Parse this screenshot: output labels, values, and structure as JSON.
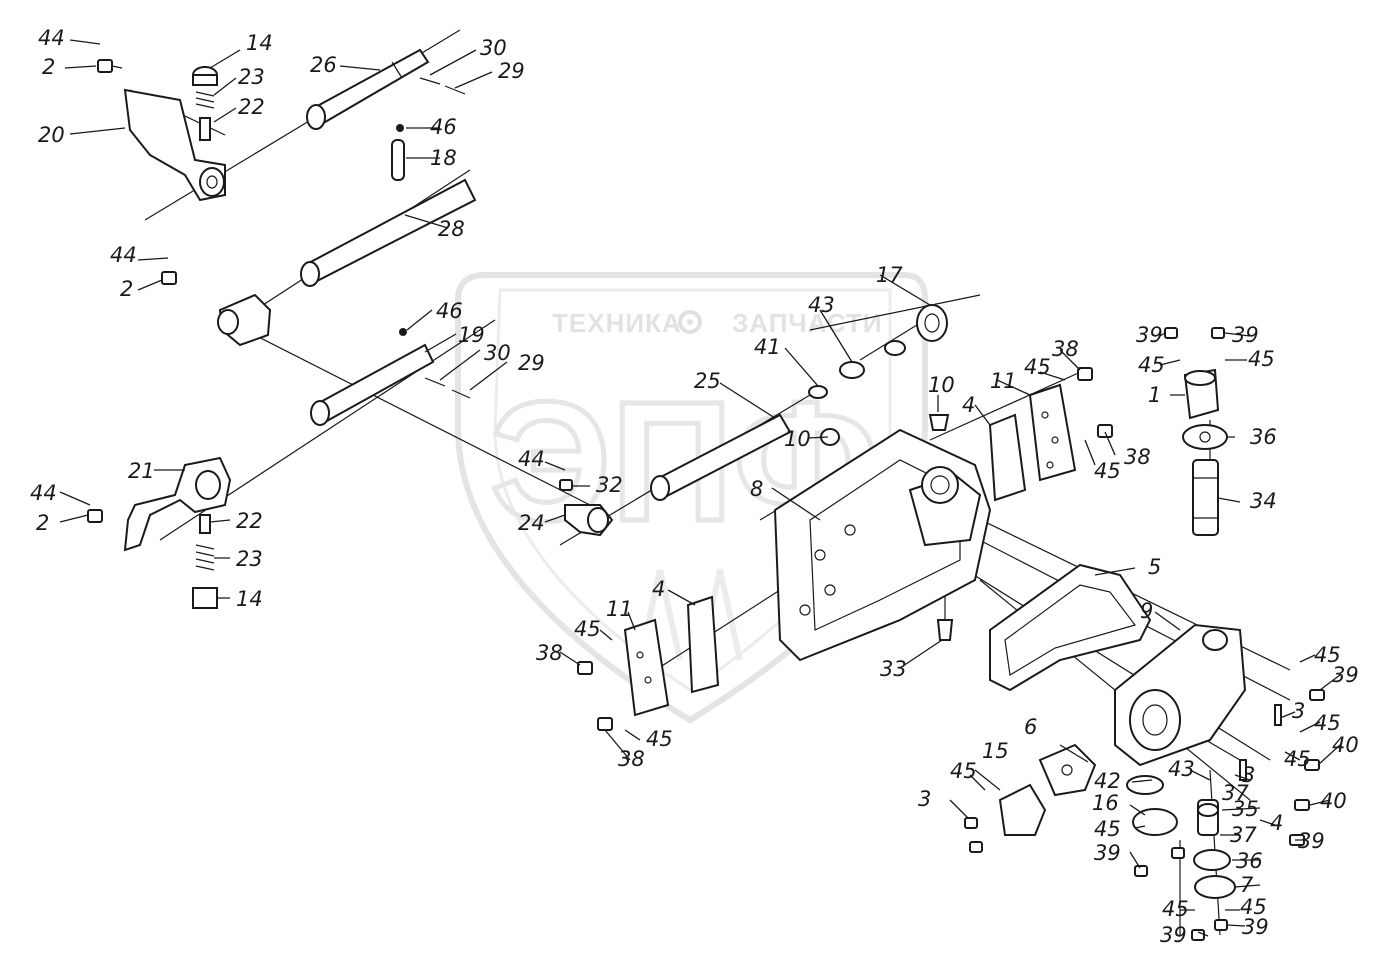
{
  "watermark": {
    "line1": "ТЕХНИКА",
    "line2": "ЗАПЧАСТИ",
    "big": "ЭПФ",
    "gear_icon": "gear-icon"
  },
  "callouts": [
    {
      "id": "c1",
      "text": "44"
    },
    {
      "id": "c2",
      "text": "2"
    },
    {
      "id": "c3",
      "text": "14"
    },
    {
      "id": "c4",
      "text": "23"
    },
    {
      "id": "c5",
      "text": "22"
    },
    {
      "id": "c6",
      "text": "20"
    },
    {
      "id": "c7",
      "text": "26"
    },
    {
      "id": "c8",
      "text": "30"
    },
    {
      "id": "c9",
      "text": "29"
    },
    {
      "id": "c10",
      "text": "46"
    },
    {
      "id": "c11",
      "text": "18"
    },
    {
      "id": "c12",
      "text": "28"
    },
    {
      "id": "c13",
      "text": "44"
    },
    {
      "id": "c14",
      "text": "2"
    },
    {
      "id": "c15",
      "text": "46"
    },
    {
      "id": "c16",
      "text": "19"
    },
    {
      "id": "c17",
      "text": "30"
    },
    {
      "id": "c18",
      "text": "29"
    },
    {
      "id": "c19",
      "text": "21"
    },
    {
      "id": "c20",
      "text": "44"
    },
    {
      "id": "c21",
      "text": "2"
    },
    {
      "id": "c22",
      "text": "22"
    },
    {
      "id": "c23",
      "text": "23"
    },
    {
      "id": "c24",
      "text": "14"
    },
    {
      "id": "c25",
      "text": "44"
    },
    {
      "id": "c26",
      "text": "32"
    },
    {
      "id": "c27",
      "text": "24"
    },
    {
      "id": "c28",
      "text": "25"
    },
    {
      "id": "c29",
      "text": "41"
    },
    {
      "id": "c30",
      "text": "43"
    },
    {
      "id": "c31",
      "text": "17"
    },
    {
      "id": "c32",
      "text": "10"
    },
    {
      "id": "c33",
      "text": "10"
    },
    {
      "id": "c34",
      "text": "8"
    },
    {
      "id": "c35",
      "text": "4"
    },
    {
      "id": "c36",
      "text": "11"
    },
    {
      "id": "c37",
      "text": "45"
    },
    {
      "id": "c38",
      "text": "38"
    },
    {
      "id": "c39",
      "text": "38"
    },
    {
      "id": "c40",
      "text": "45"
    },
    {
      "id": "c41",
      "text": "39"
    },
    {
      "id": "c42",
      "text": "39"
    },
    {
      "id": "c43",
      "text": "45"
    },
    {
      "id": "c44",
      "text": "45"
    },
    {
      "id": "c45",
      "text": "1"
    },
    {
      "id": "c46",
      "text": "36"
    },
    {
      "id": "c47",
      "text": "34"
    },
    {
      "id": "c48",
      "text": "5"
    },
    {
      "id": "c49",
      "text": "9"
    },
    {
      "id": "c50",
      "text": "4"
    },
    {
      "id": "c51",
      "text": "11"
    },
    {
      "id": "c52",
      "text": "45"
    },
    {
      "id": "c53",
      "text": "38"
    },
    {
      "id": "c54",
      "text": "38"
    },
    {
      "id": "c55",
      "text": "45"
    },
    {
      "id": "c56",
      "text": "33"
    },
    {
      "id": "c57",
      "text": "45"
    },
    {
      "id": "c58",
      "text": "39"
    },
    {
      "id": "c59",
      "text": "3"
    },
    {
      "id": "c60",
      "text": "45"
    },
    {
      "id": "c61",
      "text": "40"
    },
    {
      "id": "c62",
      "text": "45"
    },
    {
      "id": "c63",
      "text": "40"
    },
    {
      "id": "c64",
      "text": "43"
    },
    {
      "id": "c65",
      "text": "3"
    },
    {
      "id": "c66",
      "text": "37"
    },
    {
      "id": "c67",
      "text": "35"
    },
    {
      "id": "c68",
      "text": "4"
    },
    {
      "id": "c69",
      "text": "39"
    },
    {
      "id": "c70",
      "text": "37"
    },
    {
      "id": "c71",
      "text": "36"
    },
    {
      "id": "c72",
      "text": "7"
    },
    {
      "id": "c73",
      "text": "45"
    },
    {
      "id": "c74",
      "text": "39"
    },
    {
      "id": "c75",
      "text": "39"
    },
    {
      "id": "c76",
      "text": "45"
    },
    {
      "id": "c77",
      "text": "6"
    },
    {
      "id": "c78",
      "text": "42"
    },
    {
      "id": "c79",
      "text": "16"
    },
    {
      "id": "c80",
      "text": "45"
    },
    {
      "id": "c81",
      "text": "39"
    },
    {
      "id": "c82",
      "text": "15"
    },
    {
      "id": "c83",
      "text": "3"
    },
    {
      "id": "c84",
      "text": "45"
    }
  ]
}
